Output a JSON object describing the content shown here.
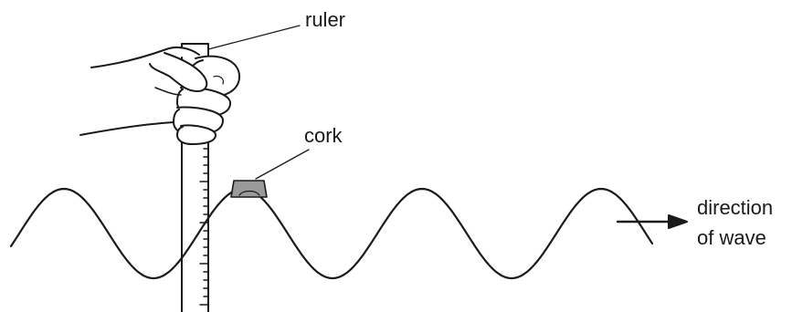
{
  "labels": {
    "ruler": "ruler",
    "cork": "cork",
    "direction_line1": "direction",
    "direction_line2": "of wave"
  },
  "colors": {
    "ink": "#1a1a1a",
    "cork_fill": "#9a9a9a"
  }
}
